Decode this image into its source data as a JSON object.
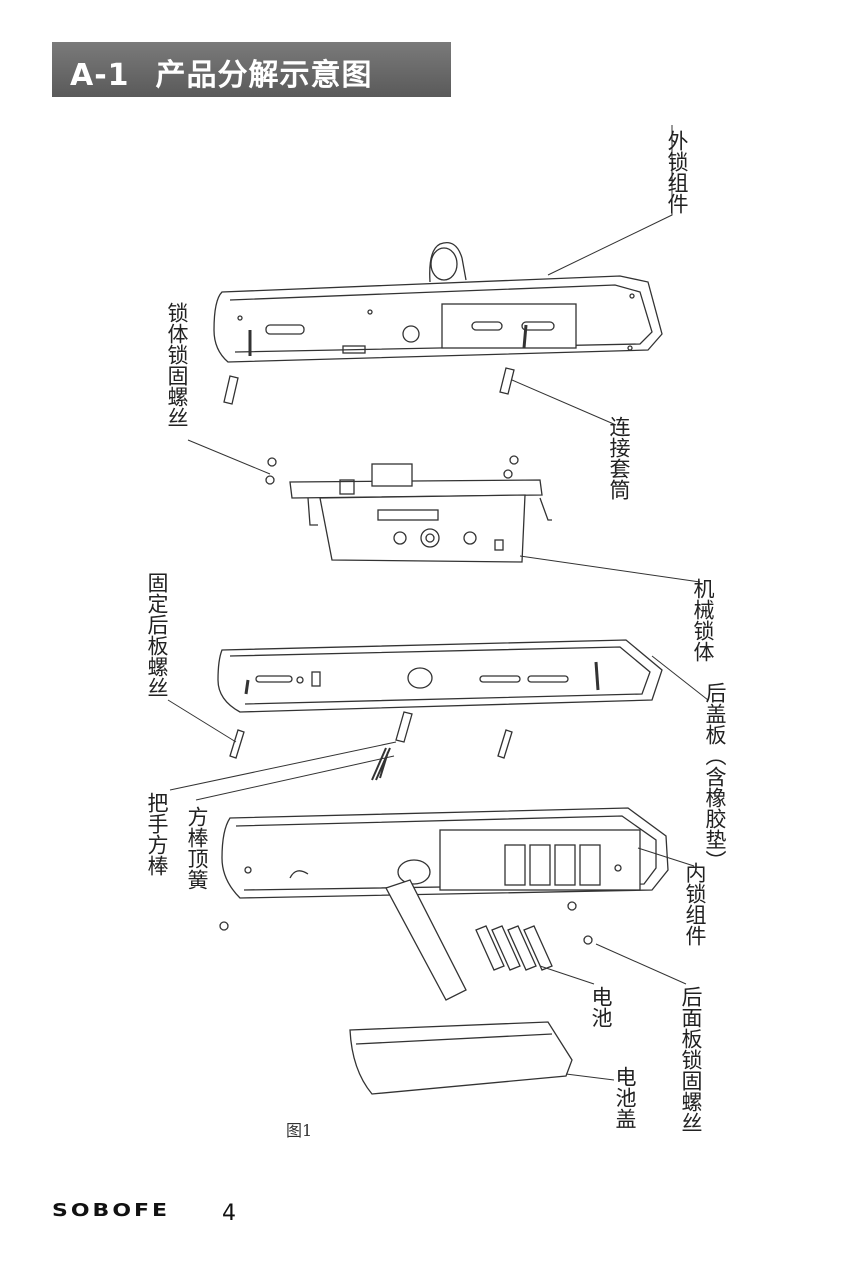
{
  "header": {
    "code": "A-1",
    "title": "产品分解示意图"
  },
  "callouts": {
    "outer_lock": "外锁组件",
    "lock_body_screw": "锁体锁固螺丝",
    "connecting_sleeve": "连接套筒",
    "mechanical_lock_body": "机械锁体",
    "back_plate_screw": "固定后板螺丝",
    "back_cover": "后盖板（含橡胶垫）",
    "square_spindle_spring": "方棒顶簧",
    "handle_spindle": "把手方棒",
    "inner_lock": "内锁组件",
    "rear_panel_screw": "后面板锁固螺丝",
    "battery": "电池",
    "battery_cover": "电池盖"
  },
  "figure_label": "图1",
  "footer": {
    "brand": "SOBOFE",
    "page": "4"
  }
}
